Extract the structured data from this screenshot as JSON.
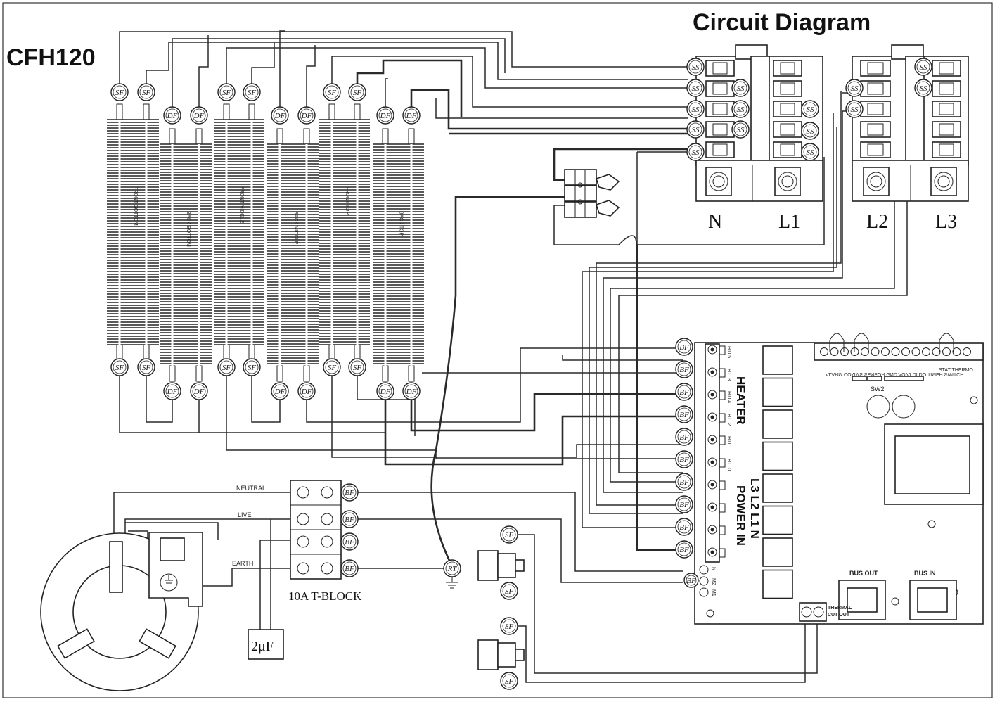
{
  "titles": {
    "diagram_title": "Circuit Diagram",
    "model": "CFH120"
  },
  "connectors": {
    "sf": "SF",
    "df": "DF",
    "ss": "SS",
    "bf": "BF",
    "rt": "RT"
  },
  "heater_elements": [
    {
      "label": "FRONT BOTTOM"
    },
    {
      "label": "BACK BOTTOM"
    },
    {
      "label": "FRONT MIDDLE"
    },
    {
      "label": "BACK MIDDLE"
    },
    {
      "label": "FRONT TOP"
    },
    {
      "label": "BACK TOP"
    }
  ],
  "terminal_blocks": {
    "n": "N",
    "l1": "L1",
    "l2": "L2",
    "l3": "L3"
  },
  "t_block": {
    "label": "10A T-BLOCK",
    "neutral": "NEUTRAL",
    "live": "LIVE",
    "earth": "EARTH"
  },
  "capacitor": "2μF",
  "pcb": {
    "heater": "HEATER",
    "power_in": "POWER IN",
    "phases": "L3  L2  L1  N",
    "heater_pins": [
      "HTL5",
      "HTL3",
      "HTL4",
      "HTL2",
      "HTL1",
      "HTL0"
    ],
    "fan_pins": [
      "N",
      "M2",
      "M1"
    ],
    "top_header": "ALARM  COMMS  SENSOR  GND  AO  AI  DI  DO  TIMER  SWITCH",
    "stat": "STAT  THERMO",
    "sw2": "SW2",
    "bus_out": "BUS OUT",
    "bus_in": "BUS IN",
    "thermal": "THERMAL",
    "cutout": "CUT OUT"
  }
}
